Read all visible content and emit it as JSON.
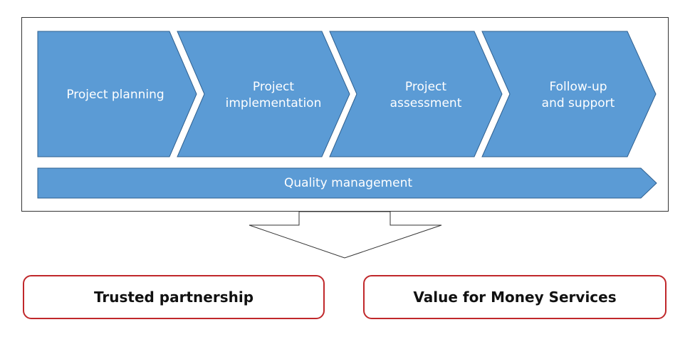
{
  "process": {
    "steps": [
      {
        "line1": "Project planning",
        "line2": ""
      },
      {
        "line1": "Project",
        "line2": "implementation"
      },
      {
        "line1": "Project",
        "line2": "assessment"
      },
      {
        "line1": "Follow-up",
        "line2": "and support"
      }
    ],
    "quality_bar": "Quality management"
  },
  "outcomes": {
    "left": "Trusted partnership",
    "right": "Value for Money Services"
  },
  "colors": {
    "chevron_fill": "#5b9bd5",
    "chevron_stroke": "#2e5f8f",
    "frame_border": "#333333",
    "outcome_border": "#c0282b"
  }
}
